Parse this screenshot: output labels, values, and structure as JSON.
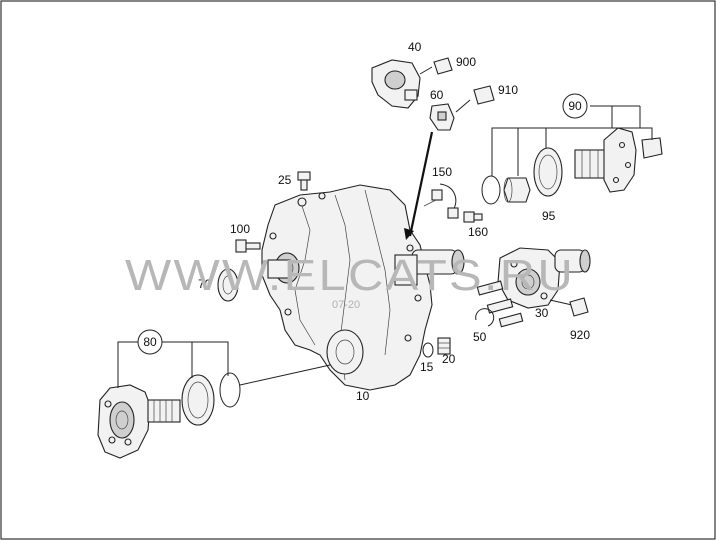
{
  "diagram": {
    "callouts": [
      {
        "id": "10",
        "text": "10"
      },
      {
        "id": "15",
        "text": "15"
      },
      {
        "id": "20",
        "text": "20"
      },
      {
        "id": "25",
        "text": "25"
      },
      {
        "id": "30",
        "text": "30"
      },
      {
        "id": "40",
        "text": "40"
      },
      {
        "id": "50",
        "text": "50"
      },
      {
        "id": "60",
        "text": "60"
      },
      {
        "id": "70",
        "text": "70"
      },
      {
        "id": "80",
        "text": "80"
      },
      {
        "id": "90",
        "text": "90"
      },
      {
        "id": "95",
        "text": "95"
      },
      {
        "id": "100",
        "text": "100"
      },
      {
        "id": "150",
        "text": "150"
      },
      {
        "id": "160",
        "text": "160"
      },
      {
        "id": "900",
        "text": "900"
      },
      {
        "id": "910",
        "text": "910"
      },
      {
        "id": "920",
        "text": "920"
      }
    ],
    "watermark": "WWW.ELCATS.RU",
    "watermark_small": "07-20"
  }
}
